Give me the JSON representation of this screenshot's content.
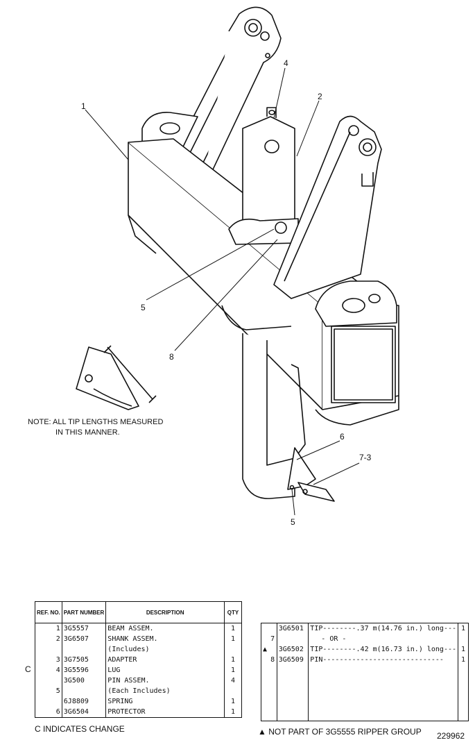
{
  "callouts": {
    "c1": "1",
    "c2": "2",
    "c4": "4",
    "c5a": "5",
    "c8": "8",
    "c6": "6",
    "c73": "7-3",
    "c5b": "5"
  },
  "note": {
    "line1": "NOTE:  ALL TIP LENGTHS MEASURED",
    "line2": "IN THIS MANNER."
  },
  "left_table": {
    "headers": {
      "ref": "REF. NO.",
      "part": "PART NUMBER",
      "desc": "DESCRIPTION",
      "qty": "QTY"
    },
    "rows": [
      {
        "mark": "",
        "ref": "1",
        "part": "3G5557",
        "desc": "BEAM ASSEM.",
        "qty": "1"
      },
      {
        "mark": "",
        "ref": "2",
        "part": "3G6507",
        "desc": "SHANK ASSEM.",
        "qty": "1"
      },
      {
        "mark": "",
        "ref": "",
        "part": "",
        "desc": "(Includes)",
        "qty": ""
      },
      {
        "mark": "",
        "ref": "3",
        "part": "3G7505",
        "desc": "ADAPTER",
        "qty": "1"
      },
      {
        "mark": "C",
        "ref": "4",
        "part": "3G5596",
        "desc": "LUG",
        "qty": "1"
      },
      {
        "mark": "",
        "ref": "",
        "part": "3G500",
        "desc": "PIN ASSEM.",
        "qty": "4"
      },
      {
        "mark": "",
        "ref": "5",
        "part": "",
        "desc": "(Each Includes)",
        "qty": ""
      },
      {
        "mark": "",
        "ref": "",
        "part": "6J8809",
        "desc": "SPRING",
        "qty": "1"
      },
      {
        "mark": "",
        "ref": "6",
        "part": "3G6504",
        "desc": "PROTECTOR",
        "qty": "1"
      }
    ],
    "footnote": "C INDICATES CHANGE"
  },
  "right_table": {
    "rows": [
      {
        "mark": "",
        "ref": "",
        "part": "3G6501",
        "desc": "TIP--------.37 m(14.76 in.) long---",
        "qty": "1"
      },
      {
        "mark": "",
        "ref": "7",
        "part": "",
        "desc": "- OR -",
        "qty": ""
      },
      {
        "mark": "▲",
        "ref": "",
        "part": "3G6502",
        "desc": "TIP--------.42 m(16.73 in.) long---",
        "qty": "1"
      },
      {
        "mark": "",
        "ref": "8",
        "part": "3G6509",
        "desc": "PIN-----------------------------",
        "qty": "1"
      }
    ],
    "footnote": "▲ NOT PART OF 3G5555 RIPPER GROUP"
  },
  "figure_number": "229962"
}
